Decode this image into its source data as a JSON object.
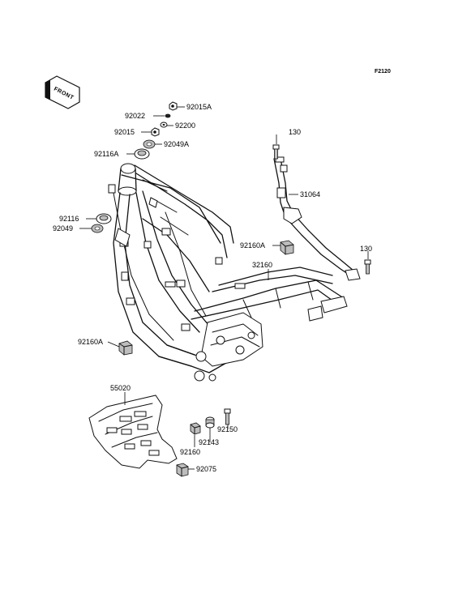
{
  "figure_code": "F2120",
  "front_marker": "FRONT",
  "callouts": [
    {
      "id": "92015A",
      "text": "92015A"
    },
    {
      "id": "92022",
      "text": "92022"
    },
    {
      "id": "92200",
      "text": "92200"
    },
    {
      "id": "92015",
      "text": "92015"
    },
    {
      "id": "92049A",
      "text": "92049A"
    },
    {
      "id": "92116A",
      "text": "92116A"
    },
    {
      "id": "92116",
      "text": "92116"
    },
    {
      "id": "92049",
      "text": "92049"
    },
    {
      "id": "130-top",
      "text": "130"
    },
    {
      "id": "31064",
      "text": "31064"
    },
    {
      "id": "92160A-upper",
      "text": "92160A"
    },
    {
      "id": "130-right",
      "text": "130"
    },
    {
      "id": "32160",
      "text": "32160"
    },
    {
      "id": "92160A-lower",
      "text": "92160A"
    },
    {
      "id": "55020",
      "text": "55020"
    },
    {
      "id": "92150",
      "text": "92150"
    },
    {
      "id": "92143",
      "text": "92143"
    },
    {
      "id": "92160",
      "text": "92160"
    },
    {
      "id": "92075",
      "text": "92075"
    }
  ]
}
